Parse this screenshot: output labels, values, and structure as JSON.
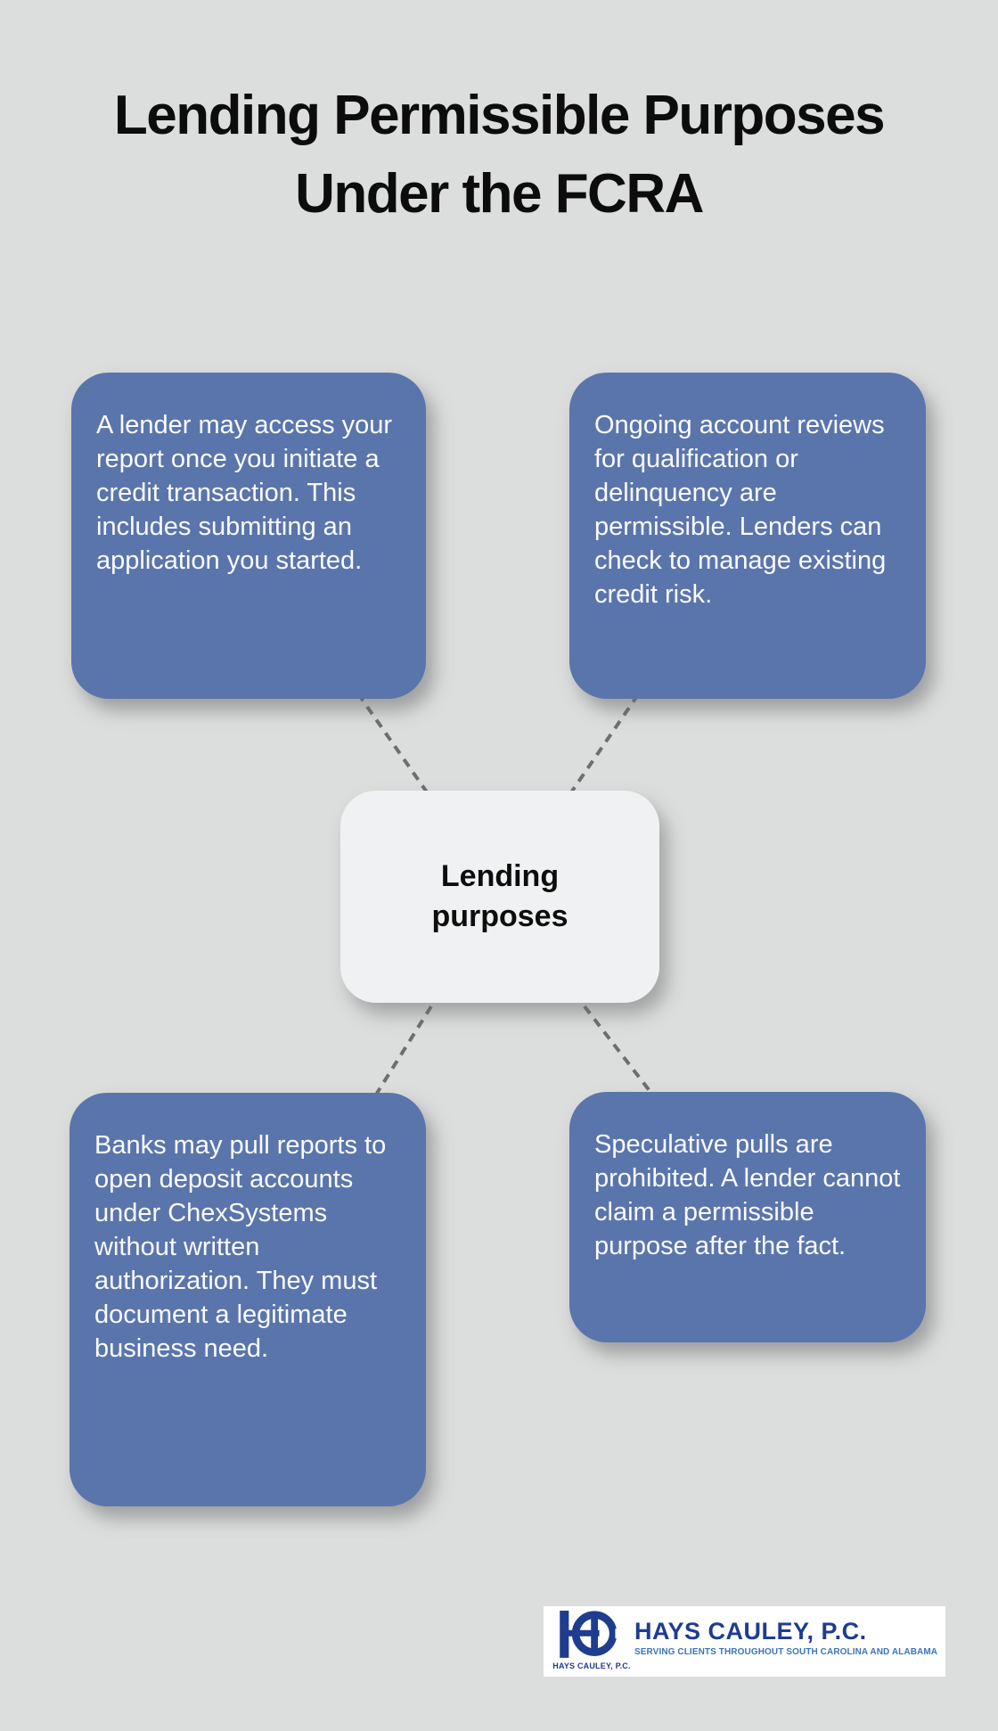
{
  "title": {
    "line1": "Lending Permissible Purposes",
    "line2": "Under the FCRA"
  },
  "center": {
    "label": "Lending purposes"
  },
  "cards": [
    {
      "position": "top-left",
      "text": "A lender may access your report once you initiate a credit transaction. This includes submitting an application you started."
    },
    {
      "position": "top-right",
      "text": "Ongoing account reviews for qualification or delinquency are permissible. Lenders can check to manage existing credit risk."
    },
    {
      "position": "bottom-left",
      "text": "Banks may pull reports to open deposit accounts under ChexSystems without written authorization. They must document a legitimate business need."
    },
    {
      "position": "bottom-right",
      "text": "Speculative pulls are prohibited. A lender cannot claim a permissible purpose after the fact."
    }
  ],
  "logo": {
    "monogram_icon": "hc-monogram",
    "monogram_caption": "HAYS CAULEY, P.C.",
    "firm_name": "HAYS CAULEY, P.C.",
    "tagline": "SERVING CLIENTS THROUGHOUT SOUTH CAROLINA AND ALABAMA"
  },
  "colors": {
    "background": "#dcdedd",
    "node_blue": "#5a75ac",
    "center_bg": "#f0f1f2",
    "text_white": "#fafbfc",
    "title_black": "#0c0c0c",
    "line_gray": "#6e6e6e",
    "logo_navy": "#1e3d8f",
    "logo_blue": "#3b74bd"
  }
}
